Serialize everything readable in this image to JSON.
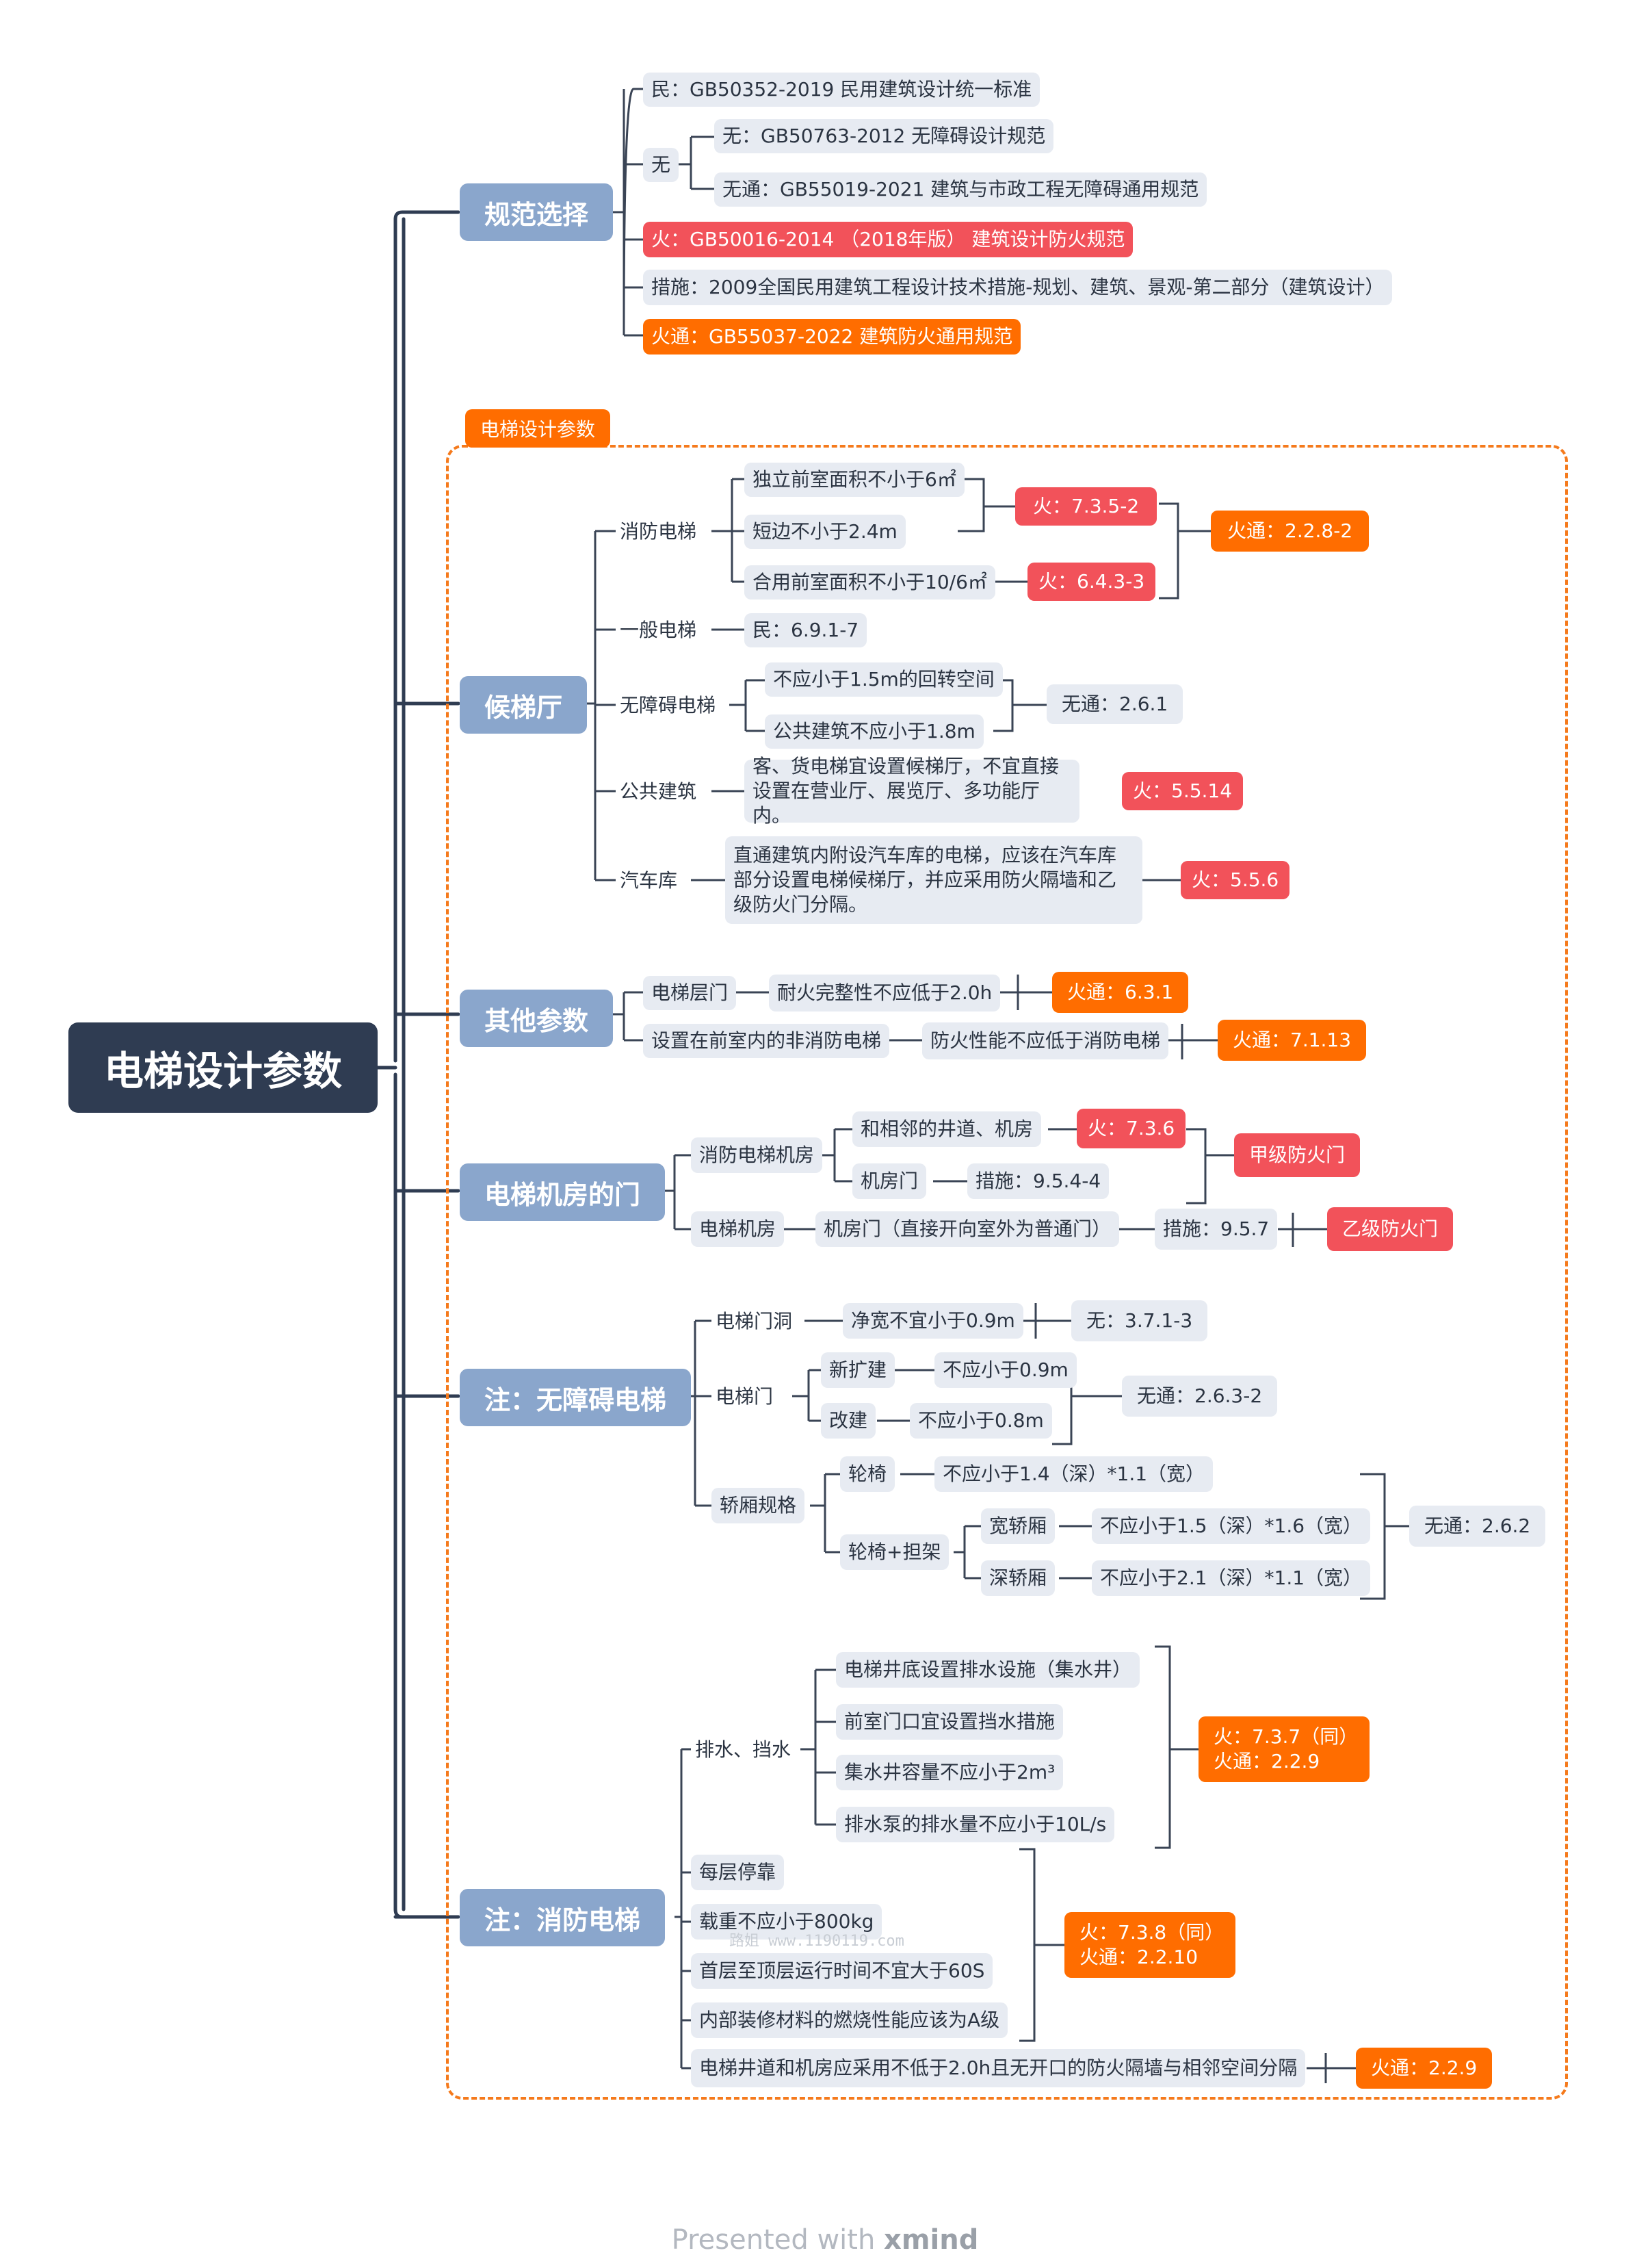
{
  "root": "电梯设计参数",
  "boundary_title": "电梯设计参数",
  "s1": {
    "title": "规范选择",
    "min": "民：GB50352-2019 民用建筑设计统一标准",
    "wu": "无",
    "wu1": "无：GB50763-2012 无障碍设计规范",
    "wu2": "无通：GB55019-2021 建筑与市政工程无障碍通用规范",
    "huo": "火：GB50016-2014 （2018年版） 建筑设计防火规范",
    "cuoshi": "措施：2009全国民用建筑工程设计技术措施-规划、建筑、景观-第二部分（建筑设计）",
    "huotong": "火通：GB55037-2022 建筑防火通用规范"
  },
  "s2": {
    "title": "候梯厅",
    "fire_elev": "消防电梯",
    "f1": "独立前室面积不小于6㎡",
    "f2": "短边不小于2.4m",
    "f3": "合用前室面积不小于10/6㎡",
    "f12ref": "火：7.3.5-2",
    "f3ref": "火：6.4.3-3",
    "fref": "火通：2.2.8-2",
    "general": "一般电梯",
    "general_ref": "民：6.9.1-7",
    "access": "无障碍电梯",
    "a1": "不应小于1.5m的回转空间",
    "a2": "公共建筑不应小于1.8m",
    "aref": "无通：2.6.1",
    "public": "公共建筑",
    "public_text": "客、货电梯宜设置候梯厅，不宜直接设置在营业厅、展览厅、多功能厅内。",
    "public_ref": "火：5.5.14",
    "garage": "汽车库",
    "garage_text": "直通建筑内附设汽车库的电梯，应该在汽车库部分设置电梯候梯厅，并应采用防火隔墙和乙级防火门分隔。",
    "garage_ref": "火：5.5.6"
  },
  "s3": {
    "title": "其他参数",
    "door": "电梯层门",
    "door_text": "耐火完整性不应低于2.0h",
    "door_ref": "火通：6.3.1",
    "nonfire": "设置在前室内的非消防电梯",
    "nonfire_text": "防火性能不应低于消防电梯",
    "nonfire_ref": "火通：7.1.13"
  },
  "s4": {
    "title": "电梯机房的门",
    "fire_room": "消防电梯机房",
    "adj": "和相邻的井道、机房",
    "adj_ref": "火：7.3.6",
    "roomdoor": "机房门",
    "roomdoor_ref": "措施：9.5.4-4",
    "grade_a": "甲级防火门",
    "room": "电梯机房",
    "room_text": "机房门（直接开向室外为普通门）",
    "room_ref": "措施：9.5.7",
    "grade_b": "乙级防火门"
  },
  "s5": {
    "title": "注：无障碍电梯",
    "opening": "电梯门洞",
    "opening_text": "净宽不宜小于0.9m",
    "opening_ref": "无：3.7.1-3",
    "edoor": "电梯门",
    "new": "新扩建",
    "new_text": "不应小于0.9m",
    "reno": "改建",
    "reno_text": "不应小于0.8m",
    "edoor_ref": "无通：2.6.3-2",
    "car": "轿厢规格",
    "wheelchair": "轮椅",
    "wheelchair_text": "不应小于1.4（深）*1.1（宽）",
    "stretcher": "轮椅+担架",
    "wide": "宽轿厢",
    "wide_text": "不应小于1.5（深）*1.6（宽）",
    "deep": "深轿厢",
    "deep_text": "不应小于2.1（深）*1.1（宽）",
    "car_ref": "无通：2.6.2"
  },
  "s6": {
    "title": "注：消防电梯",
    "drain": "排水、挡水",
    "d1": "电梯井底设置排水设施（集水井）",
    "d2": "前室门口宜设置挡水措施",
    "d3": "集水井容量不应小于2m³",
    "d4": "排水泵的排水量不应小于10L/s",
    "dref1": "火：7.3.7（同）",
    "dref2": "火通：2.2.9",
    "stop": "每层停靠",
    "load": "载重不应小于800kg",
    "time": "首层至顶层运行时间不宜大于60S",
    "material": "内部装修材料的燃烧性能应该为A级",
    "mref1": "火：7.3.8（同）",
    "mref2": "火通：2.2.10",
    "shaft": "电梯井道和机房应采用不低于2.0h且无开口的防火隔墙与相邻空间分隔",
    "shaft_ref": "火通：2.2.9"
  },
  "watermark": "路姐 www.1190119.com",
  "footer_pre": "Presented with",
  "footer_brand": "xmind"
}
